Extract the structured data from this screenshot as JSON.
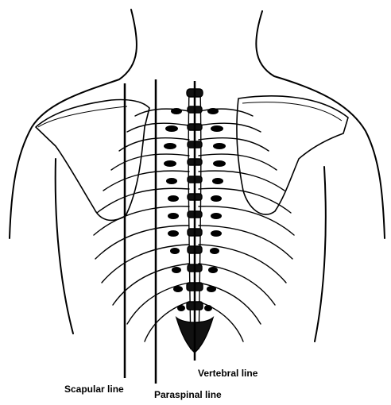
{
  "labels": {
    "scapular": "Scapular line",
    "paraspinal": "Paraspinal line",
    "vertebral": "Vertebral line"
  },
  "colors": {
    "ink": "#000000",
    "background": "#ffffff"
  }
}
